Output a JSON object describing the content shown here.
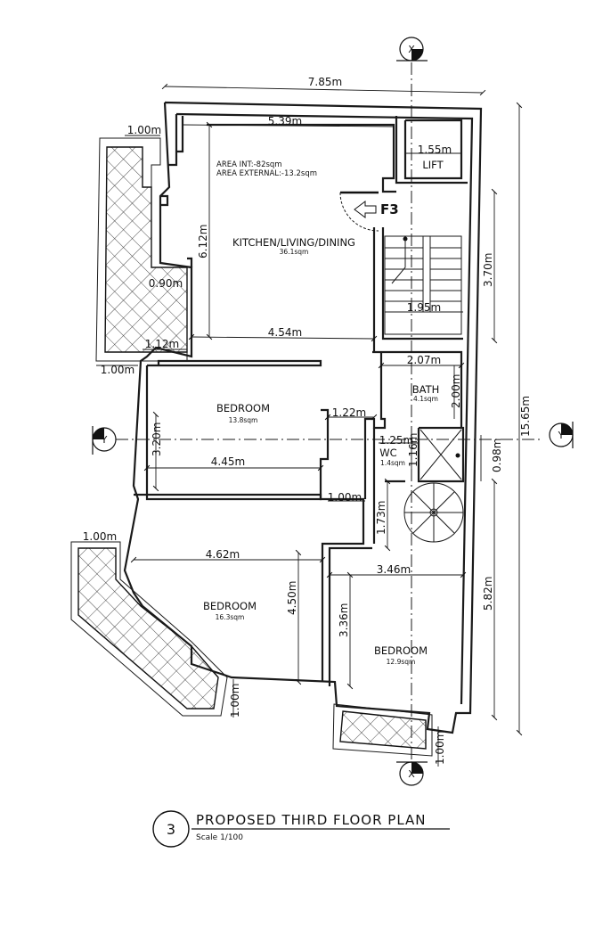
{
  "plan": {
    "title": "PROPOSED THIRD FLOOR PLAN",
    "scale": "Scale 1/100",
    "drawing_number": "3",
    "area_internal": "AREA INT:-82sqm",
    "area_external": "AREA EXTERNAL:-13.2sqm",
    "entrance_tag": "F3"
  },
  "section_markers": {
    "x": "X",
    "y": "Y"
  },
  "rooms": {
    "kitchen": {
      "name": "KITCHEN/LIVING/DINING",
      "area": "36.1sqm"
    },
    "lift": {
      "name": "LIFT"
    },
    "bath": {
      "name": "BATH",
      "area": "4.1sqm"
    },
    "wc": {
      "name": "WC",
      "area": "1.4sqm"
    },
    "bedroom1": {
      "name": "BEDROOM",
      "area": "13.8sqm"
    },
    "bedroom2": {
      "name": "BEDROOM",
      "area": "16.3sqm"
    },
    "bedroom3": {
      "name": "BEDROOM",
      "area": "12.9sqm"
    }
  },
  "dimensions": {
    "overall_width": "7.85m",
    "overall_height": "15.65m",
    "kitchen_width": "5.39m",
    "kitchen_height": "6.12m",
    "kitchen_lower_width": "4.54m",
    "lift_width": "1.55m",
    "stair_height": "3.70m",
    "stair_width": "1.95m",
    "bath_width": "2.07m",
    "bath_height": "2.00m",
    "balcony_top_width": "1.00m",
    "balcony_top_depth": "0.90m",
    "balcony_top_inner": "1.12m",
    "balcony_top_bottom": "1.00m",
    "bed1_width": "4.45m",
    "bed1_height": "3.20m",
    "bed1_offset": "1.22m",
    "wc_width": "1.25m",
    "wc_height": "1.16m",
    "shaft": "0.98m",
    "corridor_width": "1.00m",
    "corridor_height": "1.73m",
    "bed2_width": "4.62m",
    "bed2_height": "4.50m",
    "bed3_width": "3.46m",
    "bed3_height": "3.36m",
    "bed3_right": "5.82m",
    "balcony_left_width": "1.00m",
    "balcony_left_depth": "1.00m",
    "balcony_bottom_depth": "1.00m"
  }
}
